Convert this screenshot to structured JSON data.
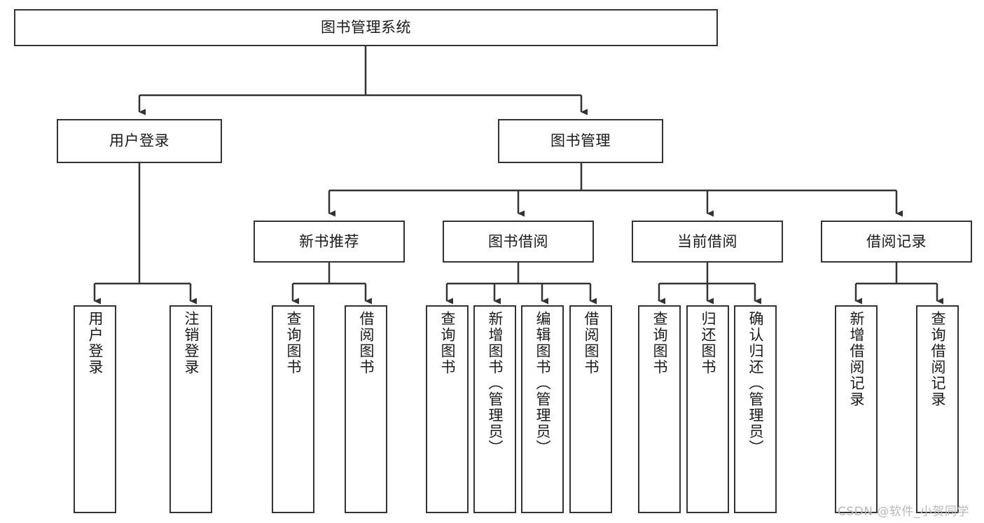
{
  "diagram": {
    "title": "图书管理系统",
    "type": "tree-hierarchy",
    "watermark": "CSDN @软件_小贺同学",
    "colors": {
      "border": "#333333",
      "background": "#ffffff",
      "text": "#1a1a1a",
      "watermark": "#b8b8b8"
    },
    "root": {
      "label": "图书管理系统"
    },
    "level2": [
      {
        "label": "用户登录"
      },
      {
        "label": "图书管理"
      }
    ],
    "level3": [
      {
        "label": "新书推荐"
      },
      {
        "label": "图书借阅"
      },
      {
        "label": "当前借阅"
      },
      {
        "label": "借阅记录"
      }
    ],
    "leaves": {
      "user_login": [
        {
          "label": "用户登录"
        },
        {
          "label": "注销登录"
        }
      ],
      "new_book_recommend": [
        {
          "label": "查询图书"
        },
        {
          "label": "借阅图书"
        }
      ],
      "book_borrow": [
        {
          "label": "查询图书"
        },
        {
          "label": "新增图书（管理员）"
        },
        {
          "label": "编辑图书（管理员）"
        },
        {
          "label": "借阅图书"
        }
      ],
      "current_borrow": [
        {
          "label": "查询图书"
        },
        {
          "label": "归还图书"
        },
        {
          "label": "确认归还（管理员）"
        }
      ],
      "borrow_record": [
        {
          "label": "新增借阅记录"
        },
        {
          "label": "查询借阅记录"
        }
      ]
    }
  }
}
